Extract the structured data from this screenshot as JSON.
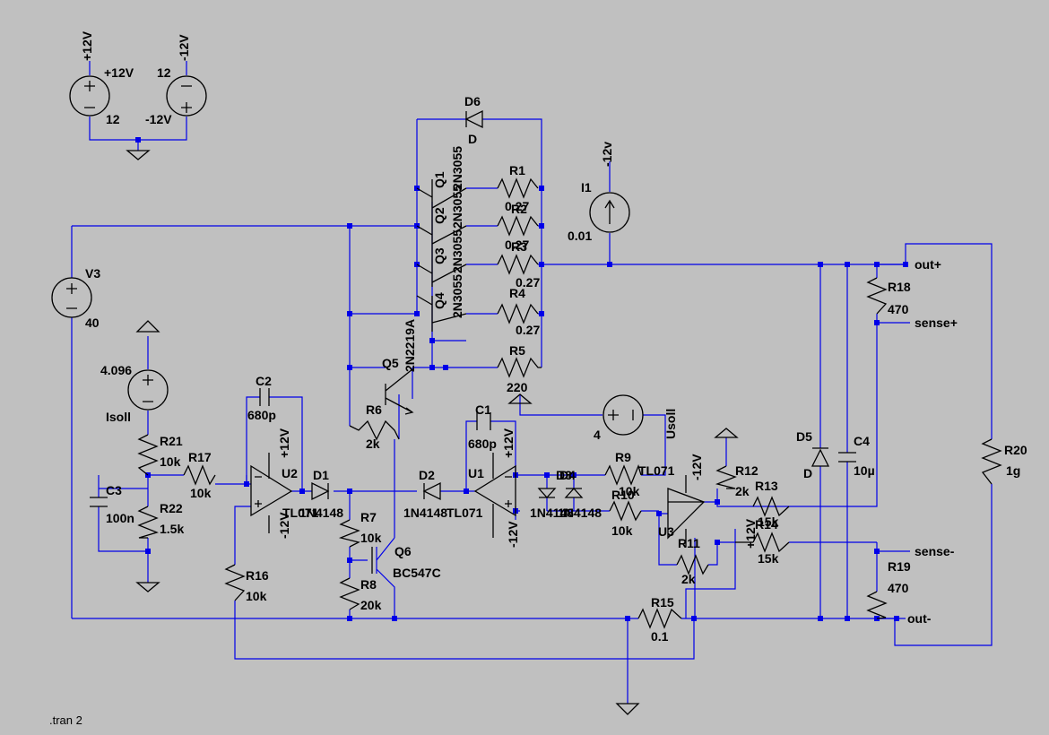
{
  "window": {
    "background": "#c0c0c0",
    "wire_color": "#0000e8"
  },
  "labels": {
    "v_pos_net": "+12V",
    "v_pos_name": "+12V",
    "v_pos_val": "12",
    "v_neg_net": "-12V",
    "v_neg_name": "-12V",
    "v_neg_val": "12",
    "d6_name": "D6",
    "d6_val": "D",
    "q1": "Q1",
    "q2": "Q2",
    "q3": "Q3",
    "q4": "Q4",
    "q1_model": "2N3055",
    "q2_model": "2N3055",
    "q3_model": "2N3055",
    "q4_model": "2N3055",
    "r1": "R1",
    "r1_val": "0.27",
    "r2": "R2",
    "r2_val": "0.27",
    "r3": "R3",
    "r3_val": "0.27",
    "r4": "R4",
    "r4_val": "0.27",
    "r5": "R5",
    "r5_val": "220",
    "i1": "I1",
    "i1_val": "0.01",
    "i1_net": "-12v",
    "v3": "V3",
    "v3_val": "40",
    "q5": "Q5",
    "q5_model": "2N2219A",
    "r6": "R6",
    "r6_val": "2k",
    "c1": "C1",
    "c1_val": "680p",
    "c2": "C2",
    "c2_val": "680p",
    "usoll_val": "4",
    "usoll": "Usoll",
    "isoll_val": "4.096",
    "isoll": "Isoll",
    "r21": "R21",
    "r21_val": "10k",
    "r17": "R17",
    "r17_val": "10k",
    "c3": "C3",
    "c3_val": "100n",
    "r22": "R22",
    "r22_val": "1.5k",
    "u2": "U2",
    "u2_model": "TL071",
    "u1": "U1",
    "u1_model": "TL071",
    "u3": "U3",
    "u3_model": "TL071",
    "d1": "D1",
    "d1_val": "1N4148",
    "d2": "D2",
    "d2_val": "1N4148",
    "d3": "D3",
    "d3_val": "1N4148",
    "d4": "D4",
    "d4_val": "1N4148",
    "r7": "R7",
    "r7_val": "10k",
    "r8": "R8",
    "r8_val": "20k",
    "q6": "Q6",
    "q6_model": "BC547C",
    "r9": "R9",
    "r9_val": "10k",
    "r10": "R10",
    "r10_val": "10k",
    "r11": "R11",
    "r11_val": "2k",
    "r12": "R12",
    "r12_val": "2k",
    "r13": "R13",
    "r13_val": "15k",
    "r14": "R14",
    "r14_val": "15k",
    "r15": "R15",
    "r15_val": "0.1",
    "r16": "R16",
    "r16_val": "10k",
    "r18": "R18",
    "r18_val": "470",
    "r19": "R19",
    "r19_val": "470",
    "r20": "R20",
    "r20_val": "1g",
    "d5": "D5",
    "d5_val": "D",
    "c4": "C4",
    "c4_val": "10µ",
    "out_pos": "out+",
    "out_neg": "out-",
    "sense_pos": "sense+",
    "sense_neg": "sense-",
    "p12": "+12V",
    "m12": "-12V",
    "directive": ".tran 2"
  }
}
